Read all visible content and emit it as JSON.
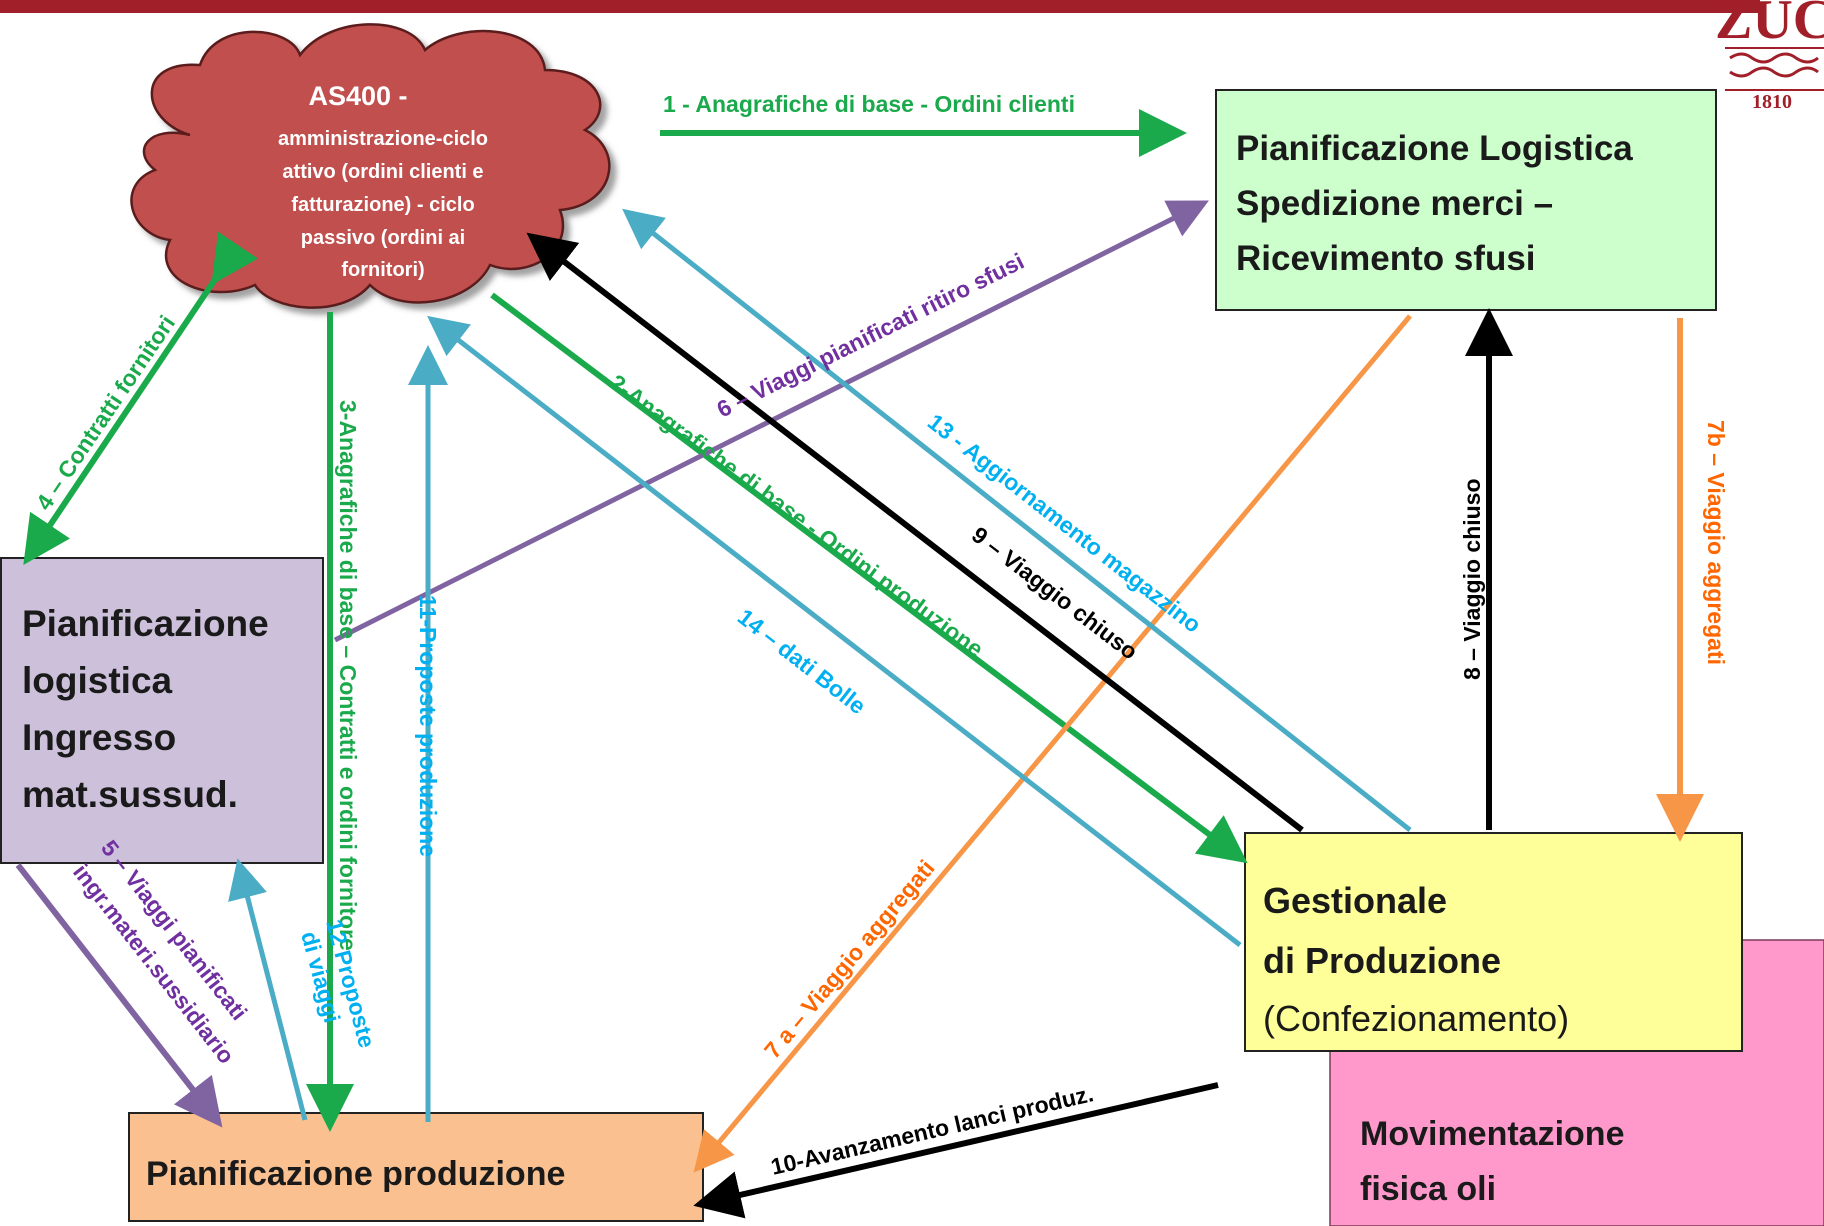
{
  "logo": {
    "text": "ZUCCHI",
    "year": "1810"
  },
  "nodes": {
    "as400": {
      "title": "AS400 -",
      "line1": "amministrazione-ciclo",
      "line2": "attivo (ordini clienti e",
      "line3": "fatturazione) - ciclo",
      "line4": "passivo (ordini ai",
      "line5": "fornitori)"
    },
    "pian_logistica": {
      "line1": "Pianificazione Logistica",
      "line2": "Spedizione merci –",
      "line3": "Ricevimento sfusi"
    },
    "pian_ingresso": {
      "line1": "Pianificazione",
      "line2": "logistica",
      "line3": "Ingresso",
      "line4": "mat.sussud."
    },
    "gestionale": {
      "line1": "Gestionale",
      "line2": "di Produzione",
      "line3": "(Confezionamento)"
    },
    "movimentazione": {
      "line1": "Movimentazione",
      "line2": "fisica oli"
    },
    "pian_produzione": {
      "label": "Pianificazione produzione"
    }
  },
  "flows": {
    "f1": "1 - Anagrafiche di base - Ordini clienti",
    "f2": "2-Anagrafiche di base - Ordini produzione",
    "f3": "3-Anagrafiche di base – Contratti e ordini  fornitore",
    "f4": "4 – Contratti fornitori",
    "f5a": "5 – Viaggi pianificati",
    "f5b": "ingr.materi.sussidiario",
    "f6": "6 – Viaggi pianificati ritiro sfusi",
    "f7a": "7 a – Viaggio aggregati",
    "f7b": "7b – Viaggio aggregati",
    "f8": "8 – Viaggio chiuso",
    "f9": "9 – Viaggio chiuso",
    "f10": "10-Avanzamento lanci produz.",
    "f11": "11-Proposte produzione",
    "f12a": "12 Proposte",
    "f12b": "di viaggi",
    "f13": "13 - Aggiornamento magazzino",
    "f14": "14 – dati Bolle"
  },
  "colors": {
    "green": "#1aaa4b",
    "blue": "#4bacc6",
    "purple": "#8064a2",
    "orange": "#f79646",
    "black": "#000000",
    "title_bar": "#a11f28",
    "cloud": "#c0504d",
    "box_logistica": "#ccffcc",
    "box_ingresso": "#ccc0da",
    "box_gestionale": "#ffff99",
    "box_movimentazione": "#ff99cc",
    "box_produzione": "#fac090",
    "label_blue": "#00b0f0",
    "label_purple": "#7030a0",
    "label_orange": "#ff6600"
  }
}
